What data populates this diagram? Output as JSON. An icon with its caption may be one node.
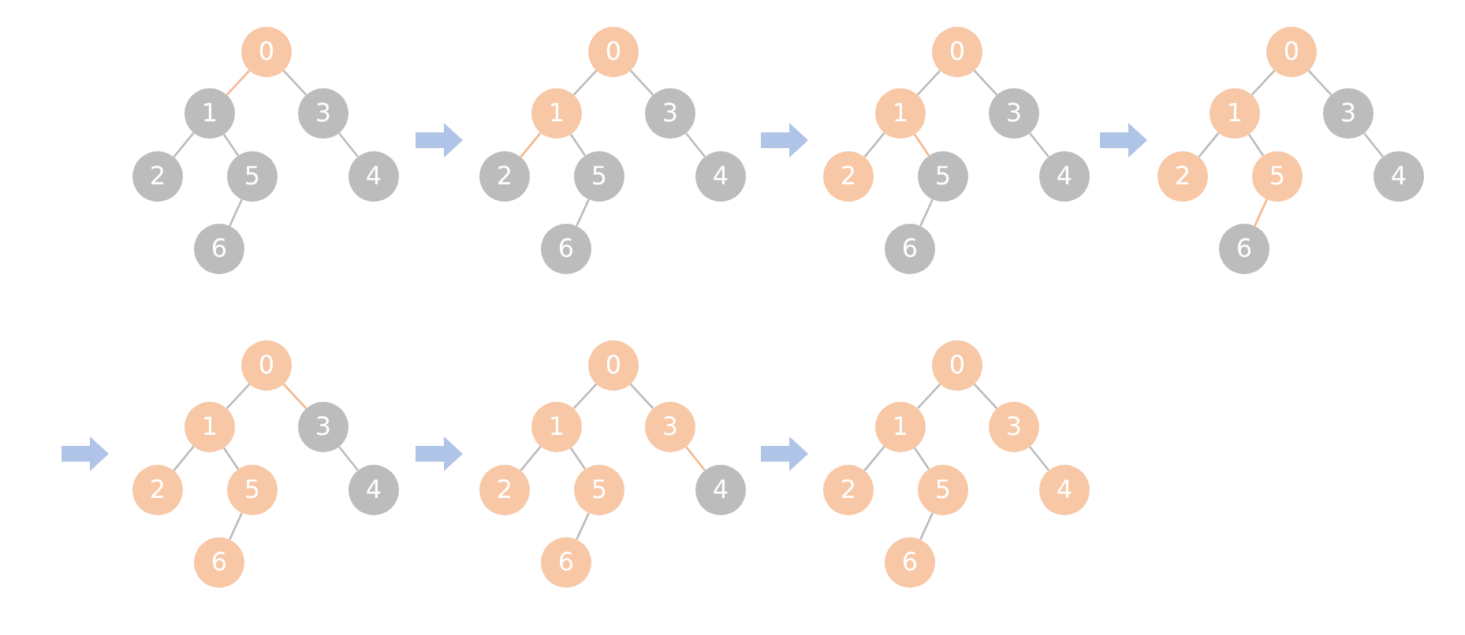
{
  "diagram": {
    "nodes": [
      {
        "text": [],
        "shape": "picture"
      },
      {
        "text": [
          "0"
        ],
        "in": 0
      },
      {
        "text": [
          "1"
        ],
        "in": 0
      },
      {
        "text": [
          "3"
        ],
        "in": 0
      },
      {
        "text": [
          "2"
        ],
        "in": 0
      },
      {
        "text": [
          "5"
        ],
        "in": 0
      },
      {
        "text": [
          "4"
        ],
        "in": 0
      },
      {
        "text": [
          "6"
        ],
        "in": 0
      },
      {
        "text": [],
        "shape": "picture"
      },
      {
        "text": [
          "0"
        ],
        "in": 8
      },
      {
        "text": [
          "1"
        ],
        "in": 8
      },
      {
        "text": [
          "3"
        ],
        "in": 8
      },
      {
        "text": [
          "2"
        ],
        "in": 8
      },
      {
        "text": [
          "5"
        ],
        "in": 8
      },
      {
        "text": [
          "4"
        ],
        "in": 8
      },
      {
        "text": [
          "6"
        ],
        "in": 8
      },
      {
        "text": [],
        "shape": "picture"
      },
      {
        "text": [
          "0"
        ],
        "in": 16
      },
      {
        "text": [
          "1"
        ],
        "in": 16
      },
      {
        "text": [
          "3"
        ],
        "in": 16
      },
      {
        "text": [
          "2"
        ],
        "in": 16
      },
      {
        "text": [
          "5"
        ],
        "in": 16
      },
      {
        "text": [
          "4"
        ],
        "in": 16
      },
      {
        "text": [
          "6"
        ],
        "in": 16
      },
      {
        "text": [],
        "shape": "picture"
      },
      {
        "text": [
          "0"
        ],
        "in": 24
      },
      {
        "text": [
          "1"
        ],
        "in": 24
      },
      {
        "text": [
          "3"
        ],
        "in": 24
      },
      {
        "text": [
          "2"
        ],
        "in": 24
      },
      {
        "text": [
          "5"
        ],
        "in": 24
      },
      {
        "text": [
          "4"
        ],
        "in": 24
      },
      {
        "text": [
          "6"
        ],
        "in": 24
      },
      {
        "text": [],
        "shape": "picture"
      },
      {
        "text": [
          "0"
        ],
        "in": 32
      },
      {
        "text": [
          "1"
        ],
        "in": 32
      },
      {
        "text": [
          "3"
        ],
        "in": 32
      },
      {
        "text": [
          "2"
        ],
        "in": 32
      },
      {
        "text": [
          "5"
        ],
        "in": 32
      },
      {
        "text": [
          "4"
        ],
        "in": 32
      },
      {
        "text": [
          "6"
        ],
        "in": 32
      },
      {
        "text": [],
        "shape": "picture"
      },
      {
        "text": [
          "0"
        ],
        "in": 40
      },
      {
        "text": [
          "1"
        ],
        "in": 40
      },
      {
        "text": [
          "3"
        ],
        "in": 40
      },
      {
        "text": [
          "2"
        ],
        "in": 40
      },
      {
        "text": [
          "5"
        ],
        "in": 40
      },
      {
        "text": [
          "4"
        ],
        "in": 40
      },
      {
        "text": [
          "6"
        ],
        "in": 40
      },
      {
        "text": [],
        "shape": "picture"
      },
      {
        "text": [
          "0"
        ],
        "in": 48
      },
      {
        "text": [
          "1"
        ],
        "in": 48
      },
      {
        "text": [
          "3"
        ],
        "in": 48
      },
      {
        "text": [
          "2"
        ],
        "in": 48
      },
      {
        "text": [
          "5"
        ],
        "in": 48
      },
      {
        "text": [
          "4"
        ],
        "in": 48
      },
      {
        "text": [
          "6"
        ],
        "in": 48
      }
    ],
    "edges": [
      {
        "from": 1,
        "to": 2,
        "arrow": "none",
        "color": "#f5b78e"
      },
      {
        "from": 1,
        "to": 3,
        "arrow": "none"
      },
      {
        "from": 2,
        "to": 4,
        "arrow": "none"
      },
      {
        "from": 2,
        "to": 5,
        "arrow": "none"
      },
      {
        "from": 3,
        "to": 6,
        "arrow": "none"
      },
      {
        "from": 5,
        "to": 7,
        "arrow": "none"
      },
      {
        "from": 9,
        "to": 10,
        "arrow": "none"
      },
      {
        "from": 9,
        "to": 11,
        "arrow": "none"
      },
      {
        "from": 10,
        "to": 12,
        "arrow": "none",
        "color": "#f5b78e"
      },
      {
        "from": 10,
        "to": 13,
        "arrow": "none"
      },
      {
        "from": 11,
        "to": 14,
        "arrow": "none"
      },
      {
        "from": 13,
        "to": 15,
        "arrow": "none"
      },
      {
        "from": 17,
        "to": 18,
        "arrow": "none"
      },
      {
        "from": 17,
        "to": 19,
        "arrow": "none"
      },
      {
        "from": 18,
        "to": 20,
        "arrow": "none"
      },
      {
        "from": 18,
        "to": 21,
        "arrow": "none",
        "color": "#f5b78e"
      },
      {
        "from": 19,
        "to": 22,
        "arrow": "none"
      },
      {
        "from": 21,
        "to": 23,
        "arrow": "none"
      },
      {
        "from": 25,
        "to": 26,
        "arrow": "none"
      },
      {
        "from": 25,
        "to": 27,
        "arrow": "none"
      },
      {
        "from": 26,
        "to": 28,
        "arrow": "none"
      },
      {
        "from": 26,
        "to": 29,
        "arrow": "none"
      },
      {
        "from": 27,
        "to": 30,
        "arrow": "none"
      },
      {
        "from": 29,
        "to": 31,
        "arrow": "none",
        "color": "#f5b78e"
      },
      {
        "from": 33,
        "to": 34,
        "arrow": "none"
      },
      {
        "from": 33,
        "to": 35,
        "arrow": "none",
        "color": "#f5b78e"
      },
      {
        "from": 34,
        "to": 36,
        "arrow": "none"
      },
      {
        "from": 34,
        "to": 37,
        "arrow": "none"
      },
      {
        "from": 35,
        "to": 38,
        "arrow": "none"
      },
      {
        "from": 37,
        "to": 39,
        "arrow": "none"
      },
      {
        "from": 41,
        "to": 42,
        "arrow": "none"
      },
      {
        "from": 41,
        "to": 43,
        "arrow": "none"
      },
      {
        "from": 42,
        "to": 44,
        "arrow": "none"
      },
      {
        "from": 42,
        "to": 45,
        "arrow": "none"
      },
      {
        "from": 43,
        "to": 46,
        "arrow": "none",
        "color": "#f5b78e"
      },
      {
        "from": 45,
        "to": 47,
        "arrow": "none"
      },
      {
        "from": 49,
        "to": 50,
        "arrow": "none"
      },
      {
        "from": 49,
        "to": 51,
        "arrow": "none"
      },
      {
        "from": 50,
        "to": 52,
        "arrow": "none"
      },
      {
        "from": 50,
        "to": 53,
        "arrow": "none"
      },
      {
        "from": 51,
        "to": 54,
        "arrow": "none"
      },
      {
        "from": 53,
        "to": 55,
        "arrow": "none"
      },
      {
        "from": 0,
        "to": 8,
        "arrow": "to"
      },
      {
        "from": 8,
        "to": 16,
        "arrow": "to"
      },
      {
        "from": 16,
        "to": 24,
        "arrow": "to"
      },
      {
        "from": null,
        "to": 32,
        "arrow": "to"
      },
      {
        "from": 32,
        "to": 40,
        "arrow": "to"
      },
      {
        "from": 40,
        "to": 48,
        "arrow": "to"
      }
    ]
  }
}
